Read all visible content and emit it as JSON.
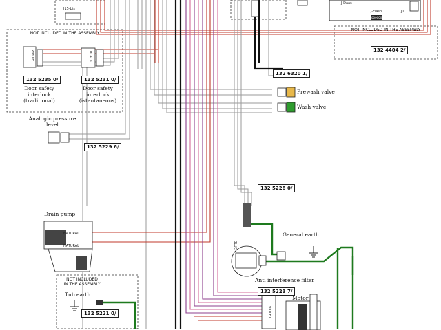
{
  "top": {
    "small_connector_label": "J15-bis",
    "jdaas": "J-Daas",
    "jflash": "J-Flash",
    "j1": "J1",
    "chip": "000000"
  },
  "left_box": {
    "header": "NOT INCLUDED IN THE ASSEMBLY",
    "door_trad_pn": "132 5235 0/",
    "door_trad_label": [
      "Door safety",
      "interlock",
      "(traditional)"
    ],
    "door_inst_pn": "132 5231 0/",
    "door_inst_label": [
      "Door safety",
      "interlock",
      "(istantaneous)"
    ],
    "connector_marks": [
      "WHITE",
      "BLACK"
    ]
  },
  "right_box": {
    "header": "NOT INCLUDED IN THE ASSEMBLY",
    "pn": "132 4404 2/"
  },
  "valves": {
    "pn": "132 6320 1/",
    "prewash": "Prewash valve",
    "wash": "Wash valve"
  },
  "pressure": {
    "label": [
      "Analogic pressure",
      "level"
    ],
    "pn": "132 5229 6/"
  },
  "center": {
    "pn": "132 5228 0/",
    "general_earth": "General earth",
    "filter": "Anti interference filter",
    "filter_mark": "BLUE"
  },
  "drain": {
    "label": "Drain pump",
    "wire_label": "NATURAL"
  },
  "tub": {
    "header": [
      "NOT INCLUDED",
      "IN THE ASSEMBLY"
    ],
    "label": "Tub earth",
    "pn": "132 5221 0/"
  },
  "motor": {
    "pn": "132 5223 7/",
    "label": "Motor",
    "mark": "VIOLET"
  },
  "colors": {
    "red": "#c0392b",
    "black": "#111111",
    "grey": "#9a9a9a",
    "violet": "#8e3f8e",
    "pink": "#d46a9a",
    "green": "#1e7a1e",
    "orange": "#e8b84a"
  }
}
